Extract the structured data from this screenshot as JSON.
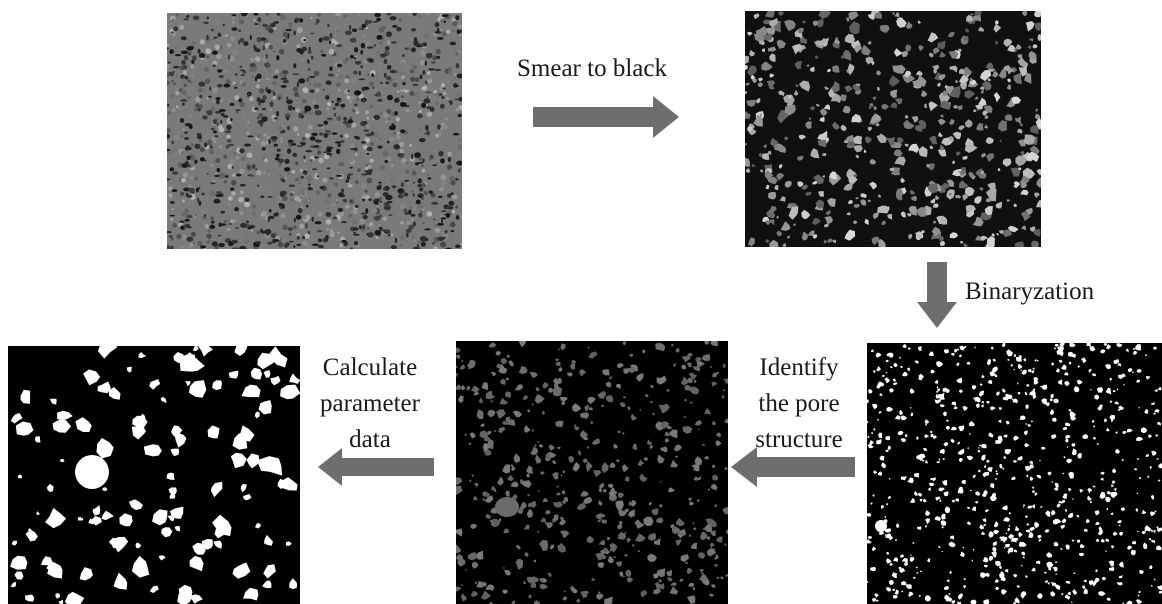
{
  "steps": {
    "smear": "Smear to black",
    "binarization": "Binaryzation",
    "identify": [
      "Identify",
      "the pore",
      "structure"
    ],
    "calculate": [
      "Calculate",
      "parameter",
      "data"
    ]
  },
  "panels": {
    "sem": "original-sem-micrograph",
    "smeared": "smeared-to-black-image",
    "binary": "binarized-image",
    "pores": "identified-pore-structure-image",
    "calculated": "parameter-calculation-image"
  },
  "colors": {
    "arrow": "#6e6e6e",
    "pore_white": "#ffffff",
    "pore_gray": "#6b6b6b",
    "background_black": "#000000",
    "sem_gray": "#6a6a6a"
  }
}
